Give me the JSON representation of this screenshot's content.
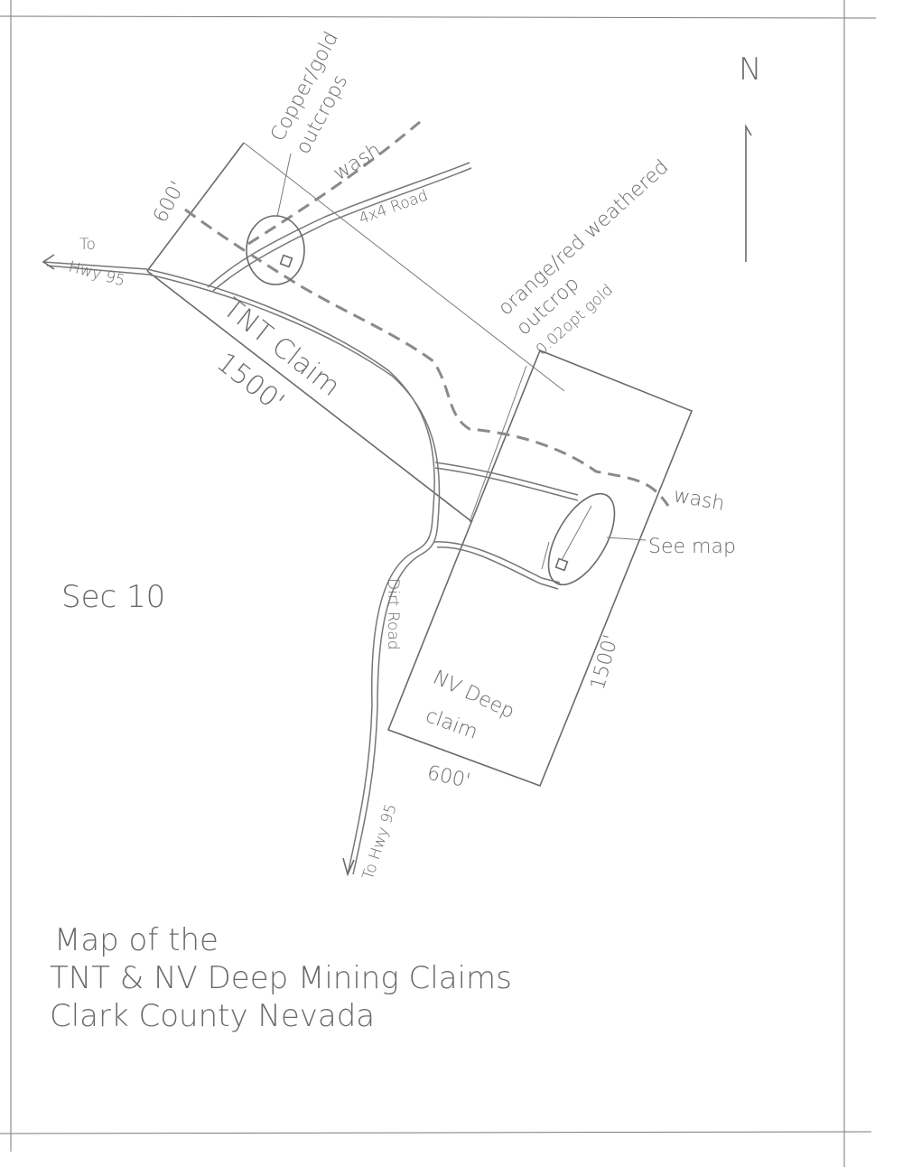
{
  "map": {
    "north_label": "N",
    "section_label": "Sec 10",
    "labels": {
      "copper_line1": "Copper/gold",
      "copper_line2": "outcrops",
      "wash_upper": "wash",
      "road_4x4": "4x4 Road",
      "tnt_width": "600'",
      "to": "To",
      "hwy_west": "Hwy 95",
      "tnt_claim": "TNT Claim",
      "tnt_length": "1500'",
      "orange_line1": "orange/red weathered",
      "orange_line2": "outcrop",
      "orange_line3": "0.02opt gold",
      "wash_lower": "wash",
      "see_map": "See map",
      "dirt_road": "Dirt Road",
      "nv_length": "1500'",
      "nv_claim_line1": "NV Deep",
      "nv_claim_line2": "claim",
      "nv_width": "600'",
      "hwy_south": "To Hwy 95"
    },
    "title": {
      "line1": "Map of the",
      "line2": "TNT & NV Deep Mining Claims",
      "line3": "Clark County Nevada"
    }
  }
}
